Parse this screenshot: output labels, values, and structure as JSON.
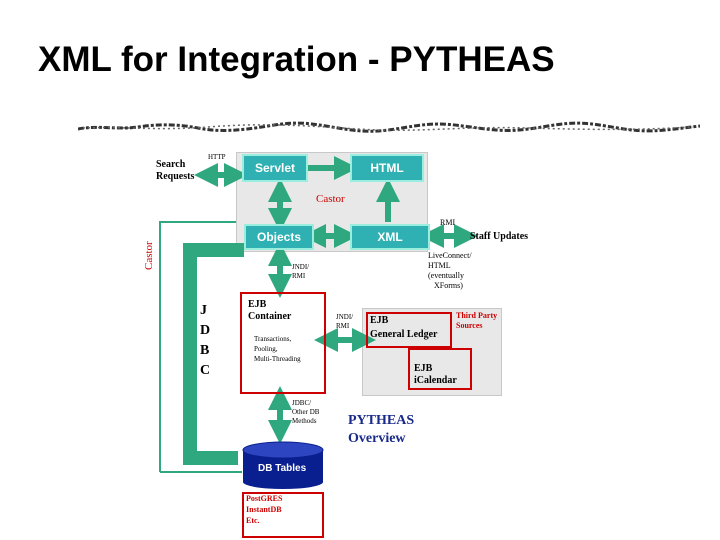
{
  "slide": {
    "title": "XML for Integration - PYTHEAS"
  },
  "diagram": {
    "http_label": "HTTP",
    "search_requests": [
      "Search",
      "Requests"
    ],
    "servlet": "Servlet",
    "html": "HTML",
    "castor_top": "Castor",
    "castor_side": "Castor",
    "objects": "Objects",
    "xml": "XML",
    "rmi": "RMI",
    "staff_updates": "Staff Updates",
    "liveconnect": [
      "LiveConnect/",
      "HTML",
      "(eventually",
      "XForms)"
    ],
    "jndi_rmi_top": [
      "JNDI/",
      "RMI"
    ],
    "jdbc": [
      "J",
      "D",
      "B",
      "C"
    ],
    "ejb_container": [
      "EJB",
      "Container"
    ],
    "ejb_container_desc": [
      "Transactions,",
      "Pooling,",
      "Multi-Threading"
    ],
    "jndi_rmi_mid": [
      "JNDI/",
      "RMI"
    ],
    "ejb_gl": [
      "EJB",
      "General Ledger"
    ],
    "third_party": [
      "Third Party",
      "Sources"
    ],
    "ejb_ical": [
      "EJB",
      "iCalendar"
    ],
    "jdbc_other": [
      "JDBC/",
      "Other DB",
      "Methods"
    ],
    "pytheas": [
      "PYTHEAS",
      "Overview"
    ],
    "db_tables": "DB Tables",
    "db_list": [
      "PostGRES",
      "InstantDB",
      "Etc."
    ]
  },
  "colors": {
    "teal": "#2fb0b2",
    "red": "#cc0000",
    "green_arrow": "#2fa77f",
    "panel_gray": "#e8e8e8",
    "db_blue": "#0a1f8f"
  }
}
